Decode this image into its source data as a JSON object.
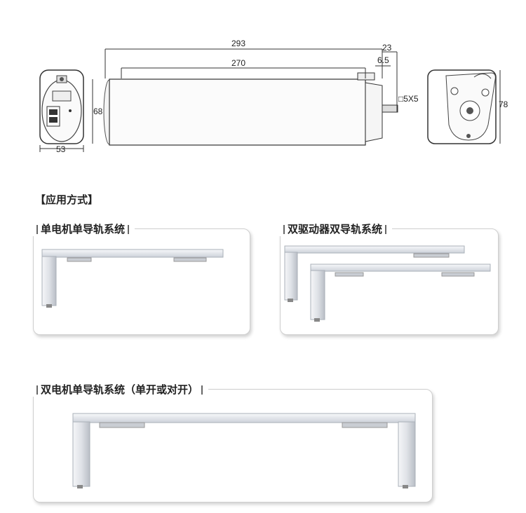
{
  "dimensions": {
    "overall_length": "293",
    "body_length": "270",
    "end_cap": "23",
    "shaft_offset": "6.5",
    "height": "68",
    "width": "53",
    "bracket_height": "78",
    "shaft_size": "□5X5"
  },
  "usage_heading": "【应用方式】",
  "systems": [
    {
      "title": "单电机单导轨系统"
    },
    {
      "title": "双驱动器双导轨系统"
    },
    {
      "title": "双电机单导轨系统（单开或对开）"
    }
  ],
  "colors": {
    "line": "#333333",
    "rail": "#e6e9ee",
    "panel_border": "#cfcfcf"
  }
}
